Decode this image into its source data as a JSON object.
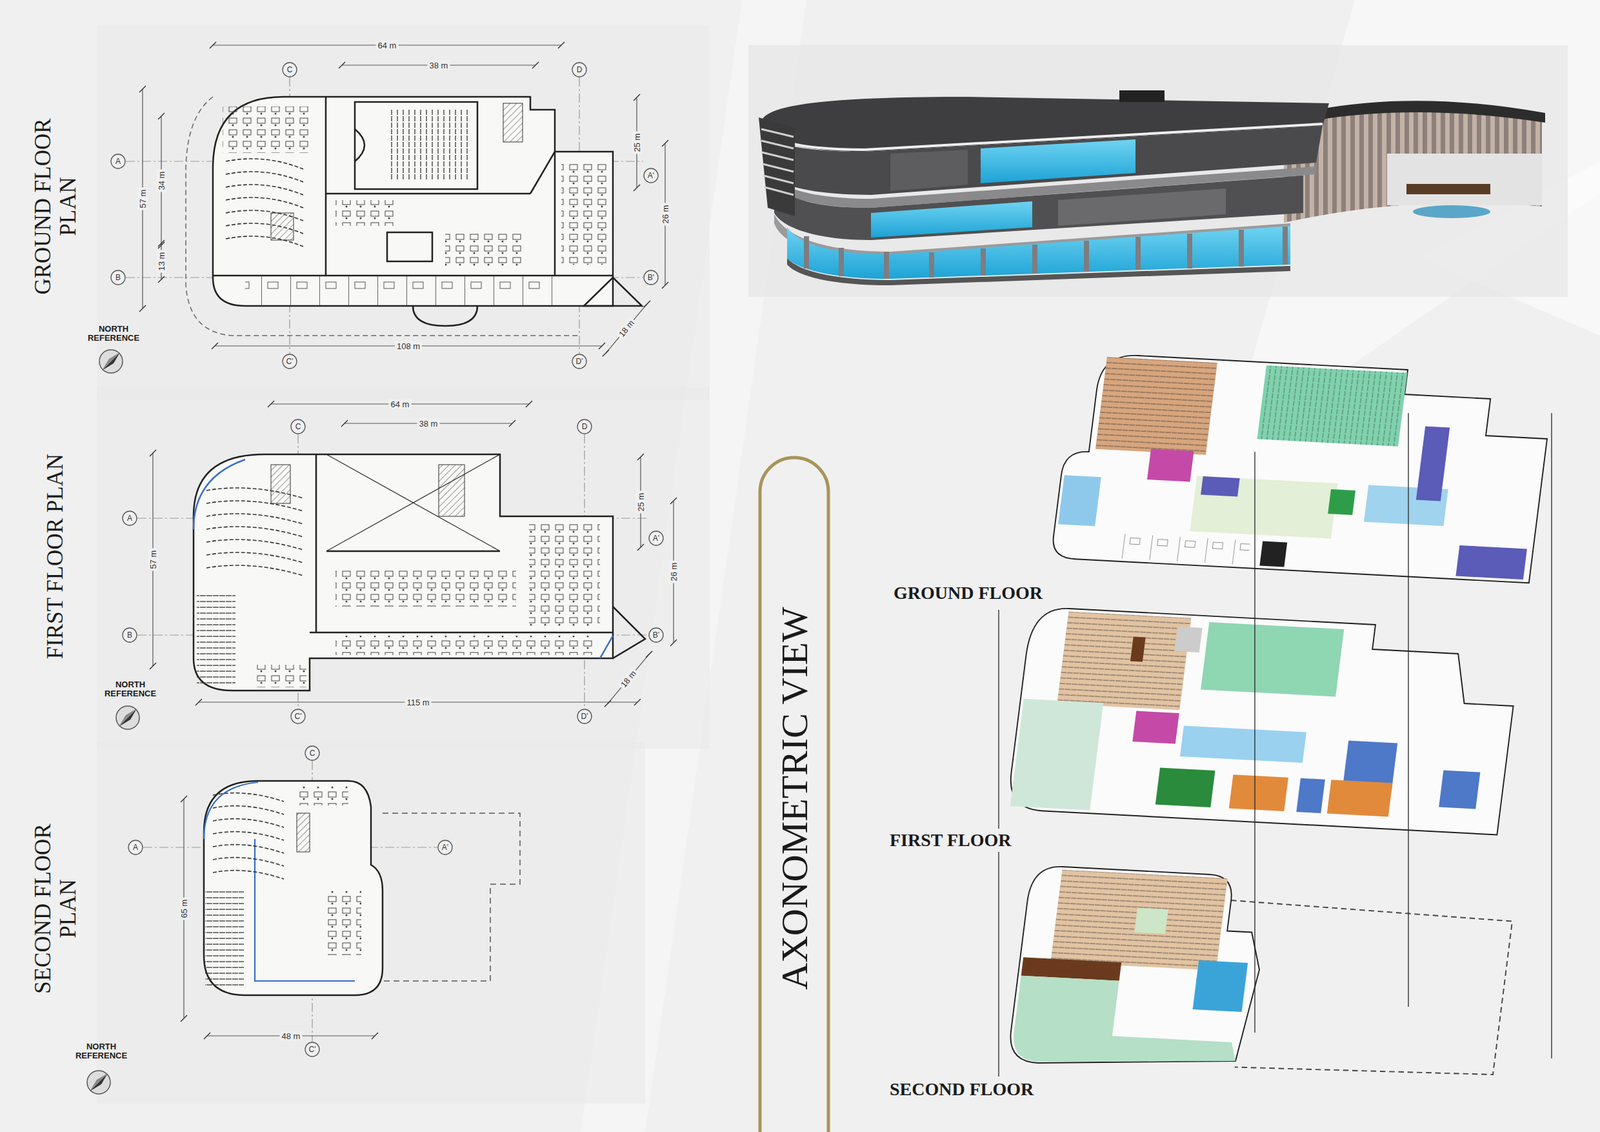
{
  "diagram": {
    "nodes": [
      {
        "text": [
          "AXONOMETRIC VIEW"
        ]
      }
    ],
    "labels": [
      "GROUND FLOOR PLAN",
      "FIRST FLOOR PLAN",
      "SECOND FLOOR PLAN",
      "GROUND FLOOR",
      "FIRST FLOOR",
      "SECOND FLOOR",
      "64 m",
      "38 m",
      "34 m",
      "57 m",
      "13 m",
      "25 m",
      "26 m",
      "108 m",
      "18 m",
      "C",
      "D",
      "A",
      "A'",
      "B",
      "B'",
      "C'",
      "D'",
      "NORTH REFERENCE",
      "64 m",
      "38 m",
      "57 m",
      "25 m",
      "26 m",
      "115 m",
      "18 m",
      "C",
      "D",
      "A",
      "A'",
      "B",
      "B'",
      "C'",
      "D'",
      "NORTH REFERENCE",
      "65 m",
      "48 m",
      "C",
      "A",
      "A'",
      "C'",
      "NORTH REFERENCE"
    ]
  }
}
